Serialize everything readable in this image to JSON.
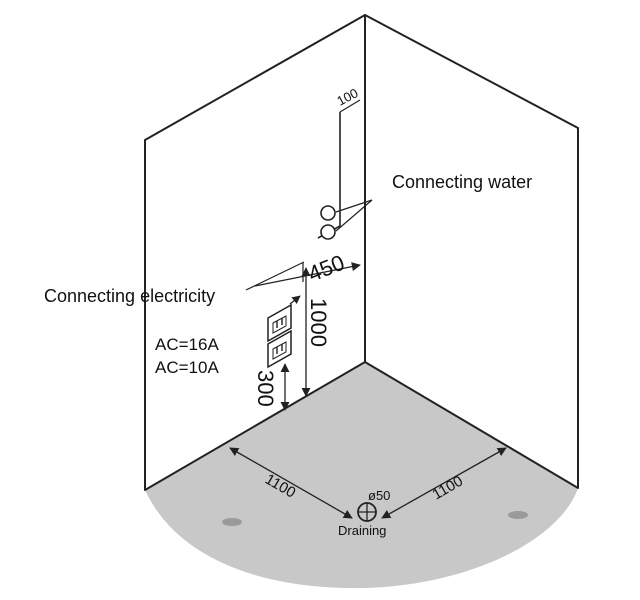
{
  "labels": {
    "connecting_water": "Connecting water",
    "connecting_electricity": "Connecting electricity",
    "ac_16": "AC=16A",
    "ac_10": "AC=10A",
    "draining": "Draining"
  },
  "dimensions": {
    "pipe_offset": "100",
    "horizontal_offset": "450",
    "outlet_height": "1000",
    "socket_height": "300",
    "left_wall_length": "1100",
    "right_wall_length": "1100",
    "drain_diameter": "ø50"
  },
  "colors": {
    "floor": "#c8c8c8",
    "lines": "#222222",
    "background": "#ffffff"
  }
}
